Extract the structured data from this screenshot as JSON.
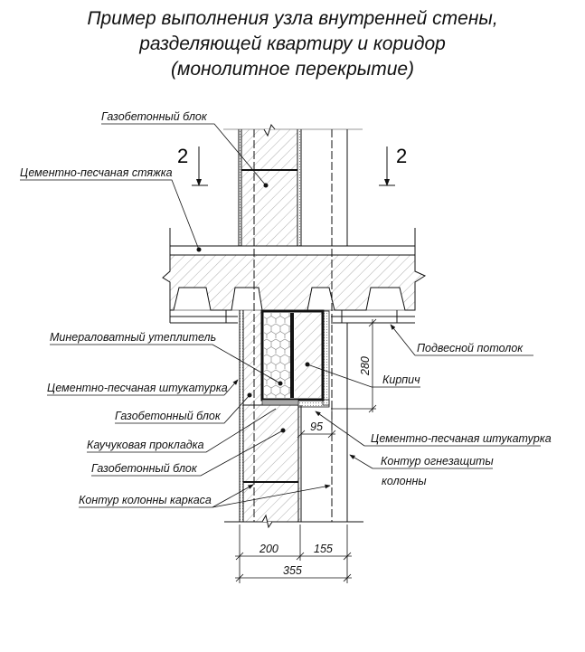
{
  "title": {
    "line1": "Пример выполнения узла внутренней стены,",
    "line2": "разделяющей квартиру и коридор",
    "line3": "(монолитное перекрытие)"
  },
  "section_marks": {
    "left": "2",
    "right": "2"
  },
  "labels": {
    "aerated_block_top": "Газобетонный блок",
    "screed": "Цементно-песчаная стяжка",
    "mineral_wool": "Минераловатный утеплитель",
    "plaster_left": "Цементно-песчаная штукатурка",
    "aerated_block_mid": "Газобетонный блок",
    "rubber_gasket": "Каучуковая прокладка",
    "aerated_block_low": "Газобетонный блок",
    "column_contour": "Контур колонны каркаса",
    "suspended_ceiling": "Подвесной потолок",
    "brick": "Кирпич",
    "plaster_right": "Цементно-песчаная штукатурка",
    "fire_contour_1": "Контур огнезащиты",
    "fire_contour_2": "колонны"
  },
  "dimensions": {
    "d200": "200",
    "d155": "155",
    "d355": "355",
    "d280": "280",
    "d95": "95"
  }
}
